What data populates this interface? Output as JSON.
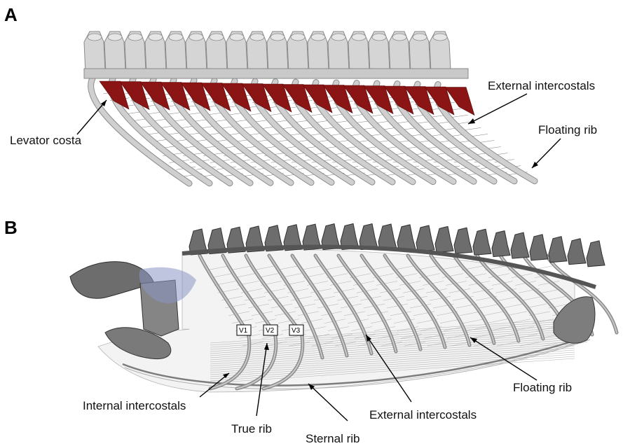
{
  "panels": [
    {
      "letter": "A",
      "labels": {
        "levator_costa": "Levator costa",
        "external_intercostals": "External intercostals",
        "floating_rib": "Floating rib"
      }
    },
    {
      "letter": "B",
      "labels": {
        "internal_intercostals": "Internal intercostals",
        "true_rib": "True rib",
        "sternal_rib": "Sternal rib",
        "external_intercostals": "External intercostals",
        "floating_rib": "Floating rib"
      },
      "vertebral_boxes": [
        "V1",
        "V2",
        "V3"
      ]
    }
  ],
  "colors": {
    "muscle_red": "#8b1414",
    "bone_light": "#d5d5d5",
    "bone_dark": "#6d6d6d"
  }
}
